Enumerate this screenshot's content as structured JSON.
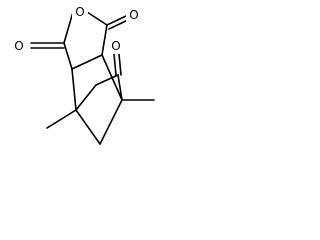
{
  "molecule": {
    "atoms": {
      "ring_oxygen": "O",
      "carbonyl_oxygen_left": "O",
      "carbonyl_oxygen_right": "O",
      "ketone_oxygen": "O"
    }
  },
  "colors": {
    "bond": "#000000",
    "label": "#000000",
    "background": "#ffffff"
  }
}
